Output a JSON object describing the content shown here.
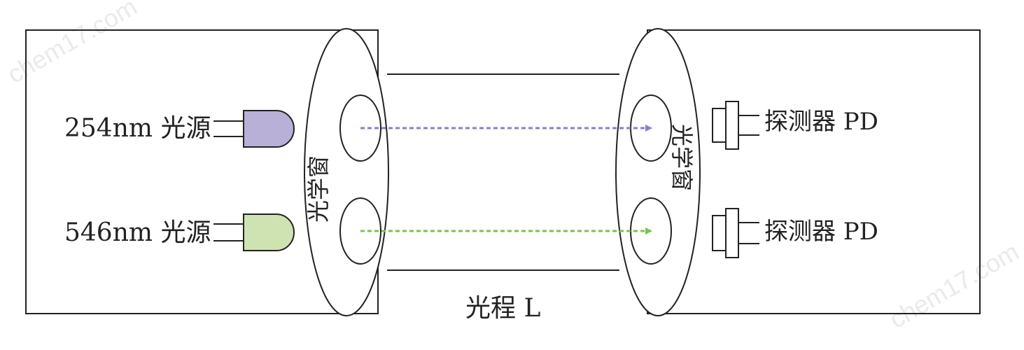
{
  "watermark": "chem17.com",
  "sources": [
    {
      "label": "254nm 光源",
      "color": "#b8b0d6"
    },
    {
      "label": "546nm 光源",
      "color": "#cfe3b2"
    }
  ],
  "window_label": "光学窗",
  "detectors": [
    {
      "label": "探测器 PD"
    },
    {
      "label": "探测器 PD"
    }
  ],
  "path_label": "光程 L",
  "beams": [
    {
      "color": "#8e7fc0"
    },
    {
      "color": "#7cc24a"
    }
  ]
}
